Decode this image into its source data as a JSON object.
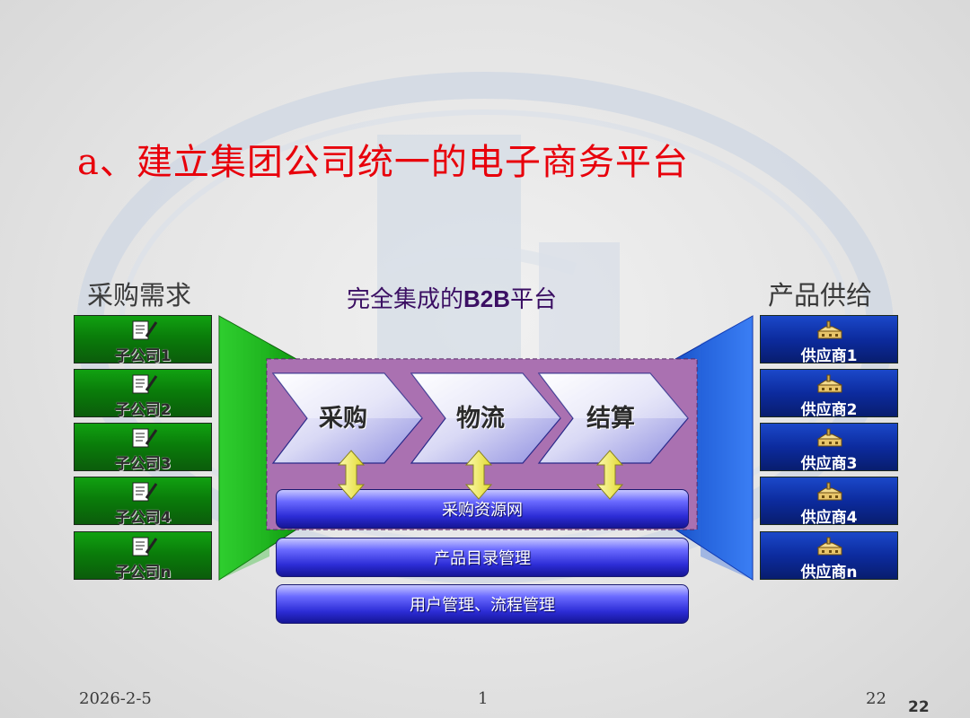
{
  "title": "a、建立集团公司统一的电子商务平台",
  "left_heading": "采购需求",
  "right_heading": "产品供给",
  "center_heading": {
    "prefix": "完全集成的",
    "bold": "B2B",
    "suffix": "平台"
  },
  "left_items": [
    {
      "label": "子公司1",
      "icon": "notepad-pencil-icon"
    },
    {
      "label": "子公司2",
      "icon": "notepad-pencil-icon"
    },
    {
      "label": "子公司3",
      "icon": "notepad-pencil-icon"
    },
    {
      "label": "子公司4",
      "icon": "notepad-pencil-icon"
    },
    {
      "label": "子公司n",
      "icon": "notepad-pencil-icon"
    }
  ],
  "right_items": [
    {
      "label": "供应商1",
      "icon": "factory-icon"
    },
    {
      "label": "供应商2",
      "icon": "factory-icon"
    },
    {
      "label": "供应商3",
      "icon": "factory-icon"
    },
    {
      "label": "供应商4",
      "icon": "factory-icon"
    },
    {
      "label": "供应商n",
      "icon": "factory-icon"
    }
  ],
  "process_steps": [
    "采购",
    "物流",
    "结算"
  ],
  "layers": [
    "采购资源网",
    "产品目录管理",
    "用户管理、流程管理"
  ],
  "footer": {
    "date": "2026-2-5",
    "center": "1",
    "page": "22",
    "page_bold": "22"
  },
  "colors": {
    "title": "#e8000b",
    "left_funnel": "#1fc31f",
    "right_funnel": "#2a6fe0",
    "platform": "#9a5aa0",
    "arrow": "#f5f06a"
  }
}
